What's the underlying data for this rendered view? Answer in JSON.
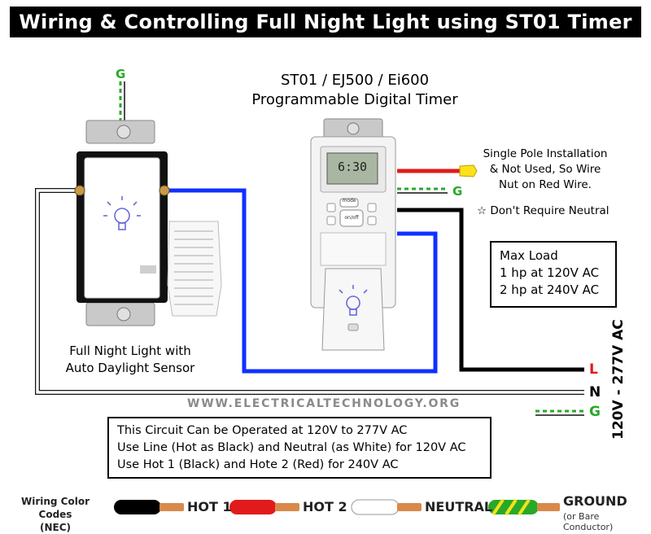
{
  "title": "Wiring & Controlling Full Night Light using ST01 Timer",
  "timer": {
    "models": "ST01 / EJ500 / Ei600",
    "subtitle": "Programmable Digital Timer",
    "display": "6:30",
    "mode_label": "mode",
    "onoff_label": "on/off"
  },
  "ground_top_label": "G",
  "red_wire_note": [
    "Single Pole Installation",
    "& Not Used, So Wire",
    "Nut on Red Wire."
  ],
  "timer_ground_label": "G",
  "neutral_note": "☆ Don't Require Neutral",
  "max_load": {
    "title": "Max Load",
    "lines": [
      "1 hp at 120V AC",
      "2 hp at 240V AC"
    ]
  },
  "night_light_label": [
    "Full Night Light with",
    "Auto Daylight Sensor"
  ],
  "terminals": {
    "L": "L",
    "N": "N",
    "G": "G",
    "voltage": "120V - 277V AC"
  },
  "watermark": "WWW.ELECTRICALTECHNOLOGY.ORG",
  "circuit_note": [
    "This Circuit Can be Operated at 120V to 277V AC",
    "Use Line (Hot as Black) and Neutral (as White) for 120V AC",
    "Use Hot 1 (Black) and Hote 2 (Red) for 240V AC"
  ],
  "legend": {
    "title": [
      "Wiring Color Codes",
      "(NEC)"
    ],
    "hot1": "HOT 1",
    "hot2": "HOT 2",
    "neutral": "NEUTRAL",
    "ground": "GROUND",
    "ground_note": "(or Bare Conductor)"
  },
  "colors": {
    "hot1": "#000000",
    "hot2": "#e11b1b",
    "neutral": "#ffffff",
    "load": "#1030ff",
    "ground": "#2aa82a",
    "ground_stripe": "#f2e21a",
    "copper": "#d98a4a"
  }
}
